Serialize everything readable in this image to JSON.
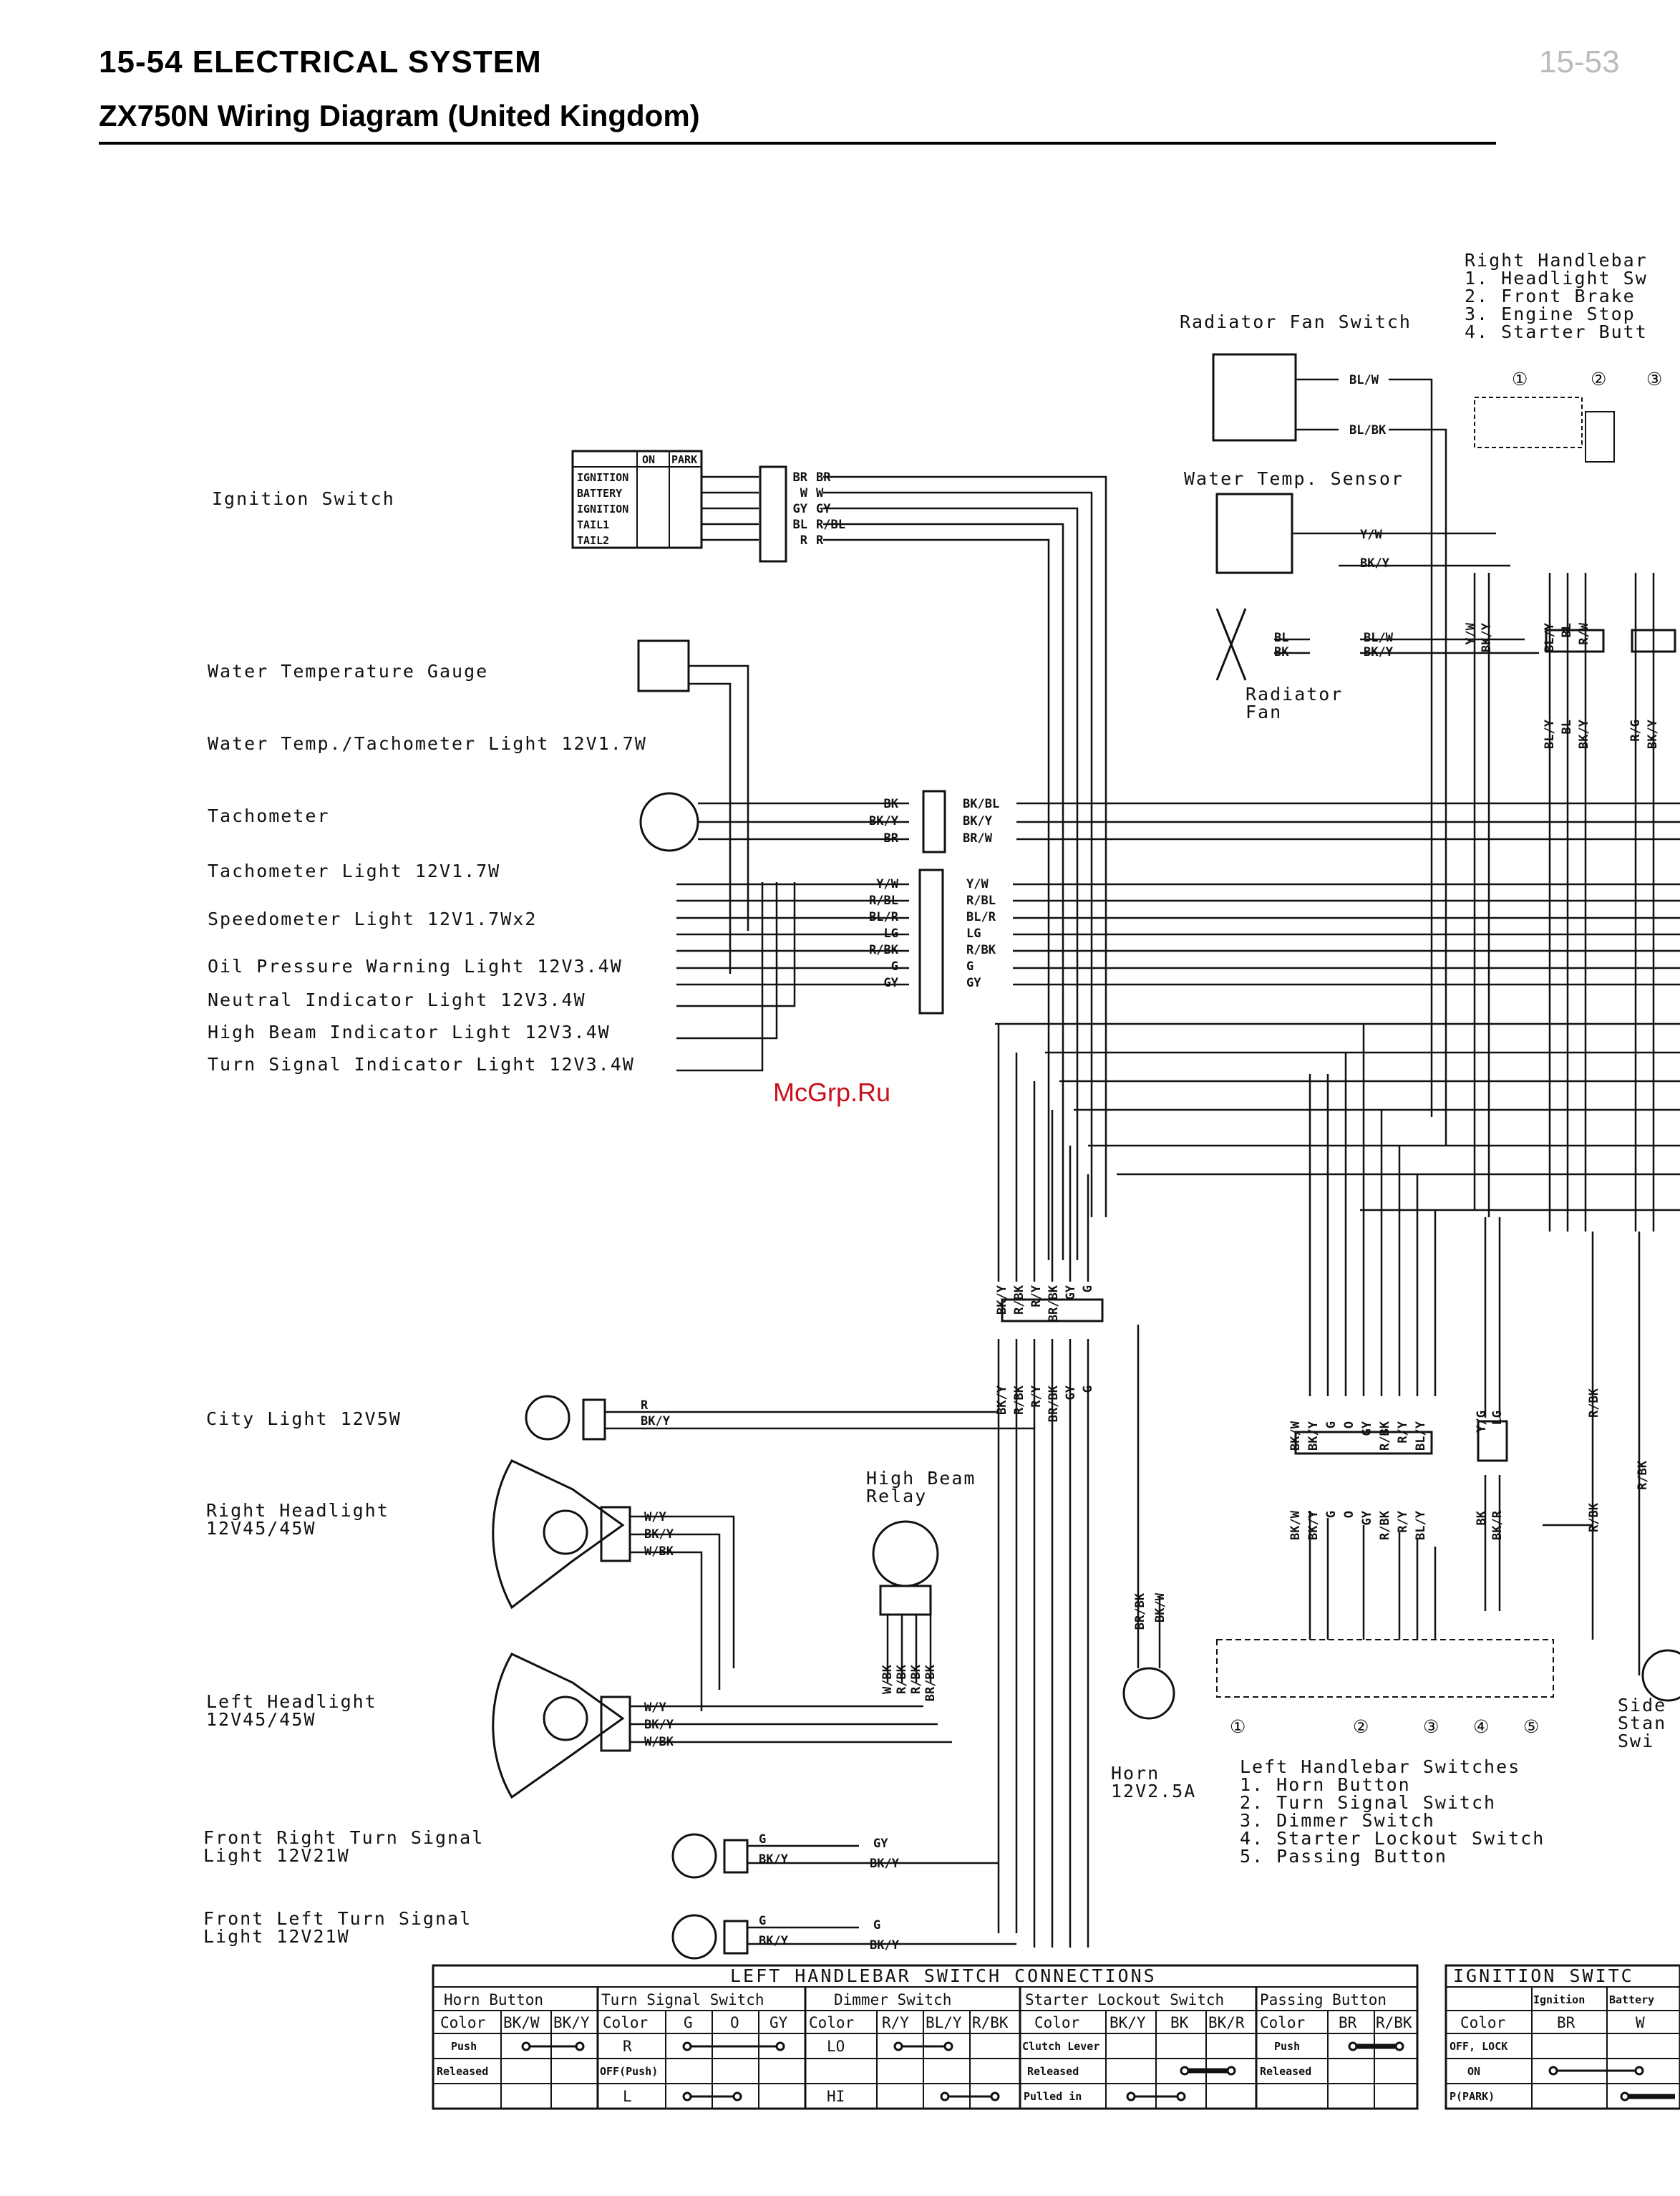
{
  "header": {
    "section": "15-54 ELECTRICAL SYSTEM",
    "diagram_title": "ZX750N Wiring Diagram (United Kingdom)",
    "faded_page": "15-53"
  },
  "watermark": "McGrp.Ru",
  "components": {
    "ignition_switch": "Ignition Switch",
    "water_temp_gauge": "Water Temperature Gauge",
    "water_temp_tacho_light": "Water Temp./Tachometer Light 12V1.7W",
    "tachometer": "Tachometer",
    "tachometer_light": "Tachometer Light 12V1.7W",
    "speedometer_light": "Speedometer Light 12V1.7Wx2",
    "oil_pressure_light": "Oil Pressure Warning Light 12V3.4W",
    "neutral_light": "Neutral Indicator Light 12V3.4W",
    "high_beam_light": "High Beam Indicator Light 12V3.4W",
    "turn_signal_light": "Turn Signal Indicator Light 12V3.4W",
    "city_light": "City Light 12V5W",
    "right_headlight_1": "Right Headlight",
    "right_headlight_2": "12V45/45W",
    "left_headlight_1": "Left Headlight",
    "left_headlight_2": "12V45/45W",
    "front_right_turn_1": "Front Right Turn Signal",
    "front_right_turn_2": "Light 12V21W",
    "front_left_turn_1": "Front Left Turn Signal",
    "front_left_turn_2": "Light 12V21W",
    "high_beam_relay_1": "High Beam",
    "high_beam_relay_2": "Relay",
    "horn_1": "Horn",
    "horn_2": "12V2.5A",
    "radiator_fan_switch": "Radiator Fan Switch",
    "water_temp_sensor": "Water Temp. Sensor",
    "radiator_fan_1": "Radiator",
    "radiator_fan_2": "Fan",
    "side_stand": [
      "Side",
      "Stan",
      "Swi"
    ]
  },
  "right_handlebar": {
    "title": "Right Handlebar",
    "items": [
      "1. Headlight Sw",
      "2. Front Brake",
      "3. Engine Stop",
      "4. Starter Butt"
    ]
  },
  "left_handlebar": {
    "title": "Left Handlebar Switches",
    "items": [
      "1. Horn Button",
      "2. Turn Signal Switch",
      "3. Dimmer Switch",
      "4. Starter Lockout Switch",
      "5. Passing Button"
    ]
  },
  "ignition_mini_table": {
    "header": [
      "ON",
      "PARK"
    ],
    "rows": [
      "IGNITION",
      "BATTERY",
      "IGNITION",
      "TAIL1",
      "TAIL2"
    ]
  },
  "wire_codes": {
    "ign_left": [
      "BR",
      "W",
      "GY",
      "BL",
      "R"
    ],
    "ign_right": [
      "BR",
      "W",
      "GY",
      "R/BL",
      "R"
    ],
    "tach_left": [
      "BK",
      "BK/Y",
      "BR"
    ],
    "tach_right": [
      "BK/BL",
      "BK/Y",
      "BR/W"
    ],
    "ind_left": [
      "Y/W",
      "R/BL",
      "BL/R",
      "LG",
      "R/BK",
      "G",
      "GY"
    ],
    "ind_right": [
      "Y/W",
      "R/BL",
      "BL/R",
      "LG",
      "R/BK",
      "G",
      "GY"
    ],
    "fan_switch": [
      "BL/W",
      "BL/BK"
    ],
    "sensor": [
      "Y/W",
      "BK/Y"
    ],
    "fan_left": [
      "BL",
      "BK"
    ],
    "fan_right": [
      "BL/W",
      "BK/Y"
    ],
    "rh_vertical": [
      "Y/W",
      "BK/Y"
    ],
    "rh_vertical2": [
      "BL/Y",
      "BL",
      "R/W"
    ],
    "rh_vertical3": [
      "BL/Y",
      "BL",
      "BK/Y"
    ],
    "rh_vertical4": [
      "R/G",
      "BK/Y"
    ],
    "connector_top": [
      "BK/Y",
      "R/BK",
      "R/Y",
      "BR/BK",
      "GY",
      "G"
    ],
    "connector_bot": [
      "BK/Y",
      "R/BK",
      "R/Y",
      "BR/BK",
      "GY",
      "G"
    ],
    "city": [
      "R",
      "BK/Y"
    ],
    "rh_head": [
      "W/Y",
      "BK/Y",
      "W/BK"
    ],
    "lh_head": [
      "W/Y",
      "BK/Y",
      "W/BK"
    ],
    "relay": [
      "W/BK",
      "R/BK",
      "R/BK",
      "BR/BK"
    ],
    "horn": [
      "BR/BK",
      "BK/W"
    ],
    "lh_conn_top": [
      "BK/W",
      "BK/Y",
      "G",
      "O",
      "GY",
      "R/BK",
      "R/Y",
      "BL/Y"
    ],
    "lh_conn_bot": [
      "BK/W",
      "BK/Y",
      "G",
      "O",
      "GY",
      "R/BK",
      "R/Y",
      "BL/Y"
    ],
    "lh_conn2_top": [
      "Y/G",
      "LG"
    ],
    "lh_conn2_bot": [
      "BK",
      "BK/R"
    ],
    "rbk": [
      "R/BK",
      "R/BK"
    ],
    "side_vertical": [
      "R/BK",
      "BK/Y"
    ],
    "frt": [
      "G",
      "BK/Y",
      "GY",
      "BK/Y"
    ],
    "flt": [
      "G",
      "BK/Y",
      "G",
      "BK/Y"
    ]
  },
  "lh_switch_table": {
    "title": "LEFT HANDLEBAR SWITCH CONNECTIONS",
    "groups": [
      "Horn Button",
      "Turn Signal Switch",
      "Dimmer Switch",
      "Starter Lockout Switch",
      "Passing Button"
    ],
    "color_row": [
      "Color",
      "BK/W",
      "BK/Y",
      "Color",
      "G",
      "O",
      "GY",
      "Color",
      "R/Y",
      "BL/Y",
      "R/BK",
      "Color",
      "BK/Y",
      "BK",
      "BK/R",
      "Color",
      "BR",
      "R/BK"
    ],
    "states": {
      "horn": [
        "Push",
        "Released"
      ],
      "turn": [
        "R",
        "OFF(Push)",
        "L"
      ],
      "dimmer": [
        "LO",
        "HI"
      ],
      "starter": [
        "Clutch Lever",
        "Released",
        "Pulled in"
      ],
      "passing": [
        "Push",
        "Released"
      ]
    }
  },
  "ign_switch_table": {
    "title": "IGNITION SWITC",
    "cols": [
      "Ignition",
      "Battery"
    ],
    "color_row": [
      "Color",
      "BR",
      "W"
    ],
    "rows": [
      "OFF, LOCK",
      "ON",
      "P(PARK)"
    ]
  },
  "connector_numbers": [
    "①",
    "②",
    "③",
    "④",
    "⑤"
  ],
  "rh_numbers": [
    "①",
    "②",
    "③"
  ]
}
